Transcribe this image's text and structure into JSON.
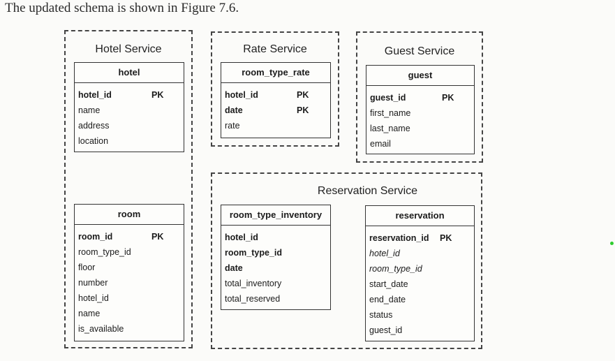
{
  "caption": "The updated schema is shown in Figure 7.6.",
  "services": {
    "hotel": {
      "title": "Hotel Service",
      "tables": {
        "hotel": {
          "name": "hotel",
          "fields": [
            {
              "label": "hotel_id",
              "pk": "PK",
              "bold": true
            },
            {
              "label": "name"
            },
            {
              "label": "address"
            },
            {
              "label": "location"
            }
          ]
        },
        "room": {
          "name": "room",
          "fields": [
            {
              "label": "room_id",
              "pk": "PK",
              "bold": true
            },
            {
              "label": "room_type_id"
            },
            {
              "label": "floor"
            },
            {
              "label": "number"
            },
            {
              "label": "hotel_id"
            },
            {
              "label": "name"
            },
            {
              "label": "is_available"
            }
          ]
        }
      }
    },
    "rate": {
      "title": "Rate Service",
      "tables": {
        "room_type_rate": {
          "name": "room_type_rate",
          "fields": [
            {
              "label": "hotel_id",
              "pk": "PK",
              "bold": true
            },
            {
              "label": "date",
              "pk": "PK",
              "bold": true
            },
            {
              "label": "rate"
            }
          ]
        }
      }
    },
    "guest": {
      "title": "Guest Service",
      "tables": {
        "guest": {
          "name": "guest",
          "fields": [
            {
              "label": "guest_id",
              "pk": "PK",
              "bold": true
            },
            {
              "label": "first_name"
            },
            {
              "label": "last_name"
            },
            {
              "label": "email"
            }
          ]
        }
      }
    },
    "reservation": {
      "title": "Reservation Service",
      "tables": {
        "room_type_inventory": {
          "name": "room_type_inventory",
          "fields": [
            {
              "label": "hotel_id",
              "bold": true
            },
            {
              "label": "room_type_id",
              "bold": true
            },
            {
              "label": "date",
              "bold": true
            },
            {
              "label": "total_inventory"
            },
            {
              "label": "total_reserved"
            }
          ]
        },
        "reservation": {
          "name": "reservation",
          "fields": [
            {
              "label": "reservation_id",
              "pk": "PK",
              "bold": true
            },
            {
              "label": "hotel_id",
              "italic": true
            },
            {
              "label": "room_type_id",
              "italic": true
            },
            {
              "label": "start_date"
            },
            {
              "label": "end_date"
            },
            {
              "label": "status"
            },
            {
              "label": "guest_id"
            }
          ]
        }
      }
    }
  }
}
